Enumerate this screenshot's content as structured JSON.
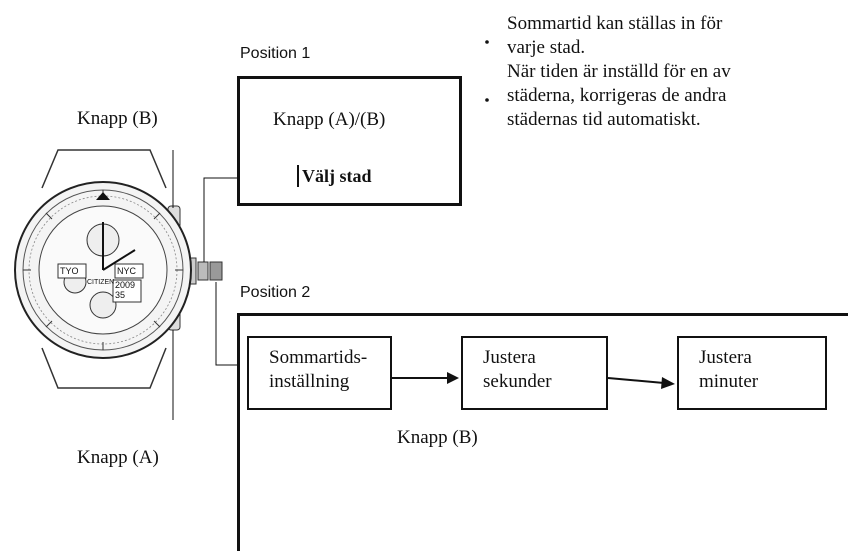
{
  "notes": [
    {
      "lines": [
        "Sommartid kan ställas in för",
        "varje stad."
      ]
    },
    {
      "lines": [
        "När tiden är inställd för en av",
        "städerna, korrigeras de andra",
        "städernas tid automatiskt."
      ]
    }
  ],
  "labels": {
    "button_b": "Knapp (B)",
    "button_a": "Knapp (A)",
    "flow_button": "Knapp (B)"
  },
  "position1": {
    "title": "Position 1",
    "button_text": "Knapp (A)/(B)",
    "action": "Välj stad"
  },
  "position2": {
    "title": "Position 2",
    "steps": [
      {
        "lines": [
          "Sommartids-",
          "inställning"
        ]
      },
      {
        "lines": [
          "Justera",
          "sekunder"
        ]
      },
      {
        "lines": [
          "Justera",
          "minuter"
        ]
      }
    ]
  },
  "watch": {
    "brand": "CITIZEN",
    "city_left": "TYO",
    "city_right": "NYC",
    "year": "2009",
    "seconds": "35"
  },
  "icons": [
    "watch-illustration",
    "bullet-icon",
    "arrow-right-icon"
  ]
}
